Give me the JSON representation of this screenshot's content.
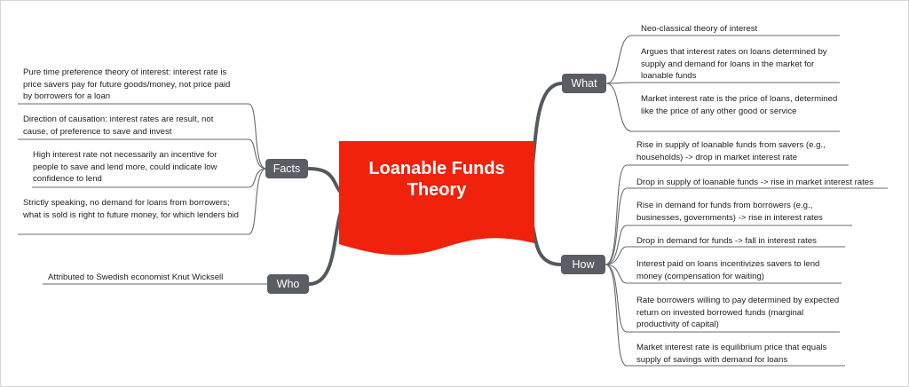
{
  "central_topic": "Loanable Funds Theory",
  "branches": {
    "what": {
      "label": "What",
      "items": [
        "Neo-classical theory of interest",
        "Argues that interest rates on loans determined by supply and demand for loans in the market for loanable funds",
        "Market interest rate is the price of loans, determined like the price of any other good or service"
      ]
    },
    "how": {
      "label": "How",
      "items": [
        "Rise in supply of loanable funds from savers (e.g., households) -> drop in market interest rate",
        "Drop in supply of loanable funds -> rise in market interest rates",
        "Rise in demand for funds from borrowers (e.g., businesses, governments) -> rise in interest rates",
        "Drop in demand for funds -> fall in interest rates",
        "Interest paid on loans incentivizes savers to lend money (compensation for waiting)",
        "Rate borrowers willing to pay determined by expected return on invested borrowed funds (marginal productivity of capital)",
        "Market interest rate is equilibrium price that equals supply of savings with demand for loans"
      ]
    },
    "facts": {
      "label": "Facts",
      "items": [
        "Pure time preference theory of interest: interest rate is price savers pay for future goods/money, not price paid by borrowers for a loan",
        "Direction of causation: interest rates are result, not cause, of preference to save and invest",
        "High interest rate not necessarily an incentive for people to save and lend more, could indicate low confidence to lend",
        "Strictly speaking, no demand for loans from borrowers; what is sold is right to future money, for which lenders bid"
      ]
    },
    "who": {
      "label": "Who",
      "items": [
        "Attributed to Swedish economist Knut Wicksell"
      ]
    }
  },
  "colors": {
    "central_fill": "#f0220c",
    "branch_fill": "#5a5d63",
    "connector": "#55585e",
    "leaf_line": "#777777"
  }
}
